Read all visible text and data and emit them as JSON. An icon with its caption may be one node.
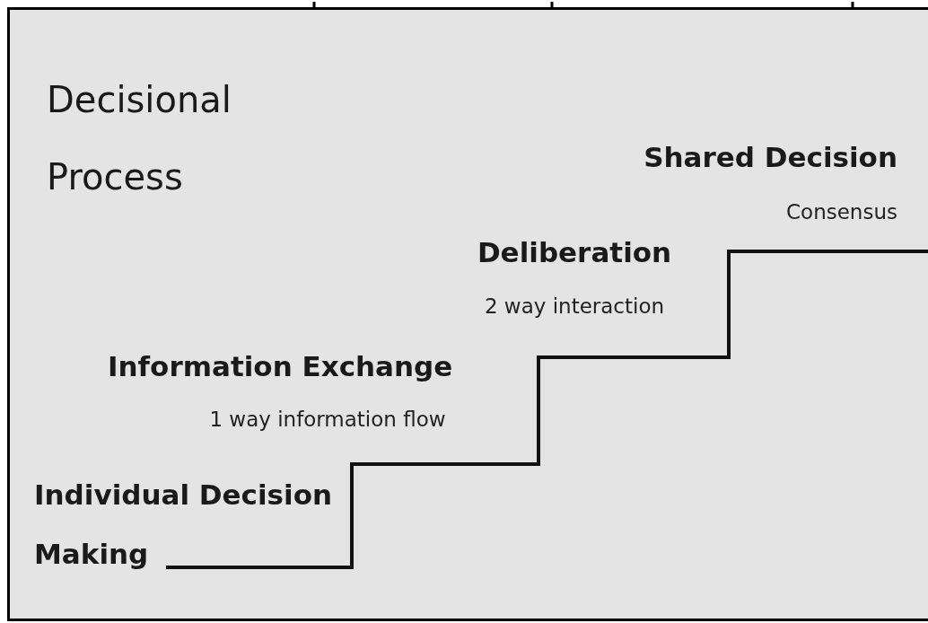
{
  "diagram": {
    "title": "Decisional Process",
    "labels": [
      "Shared Decision",
      "Consensus",
      "Deliberation",
      "2 way interaction",
      "Information Exchange",
      "1 way information flow",
      "Individual Decision Making"
    ]
  }
}
